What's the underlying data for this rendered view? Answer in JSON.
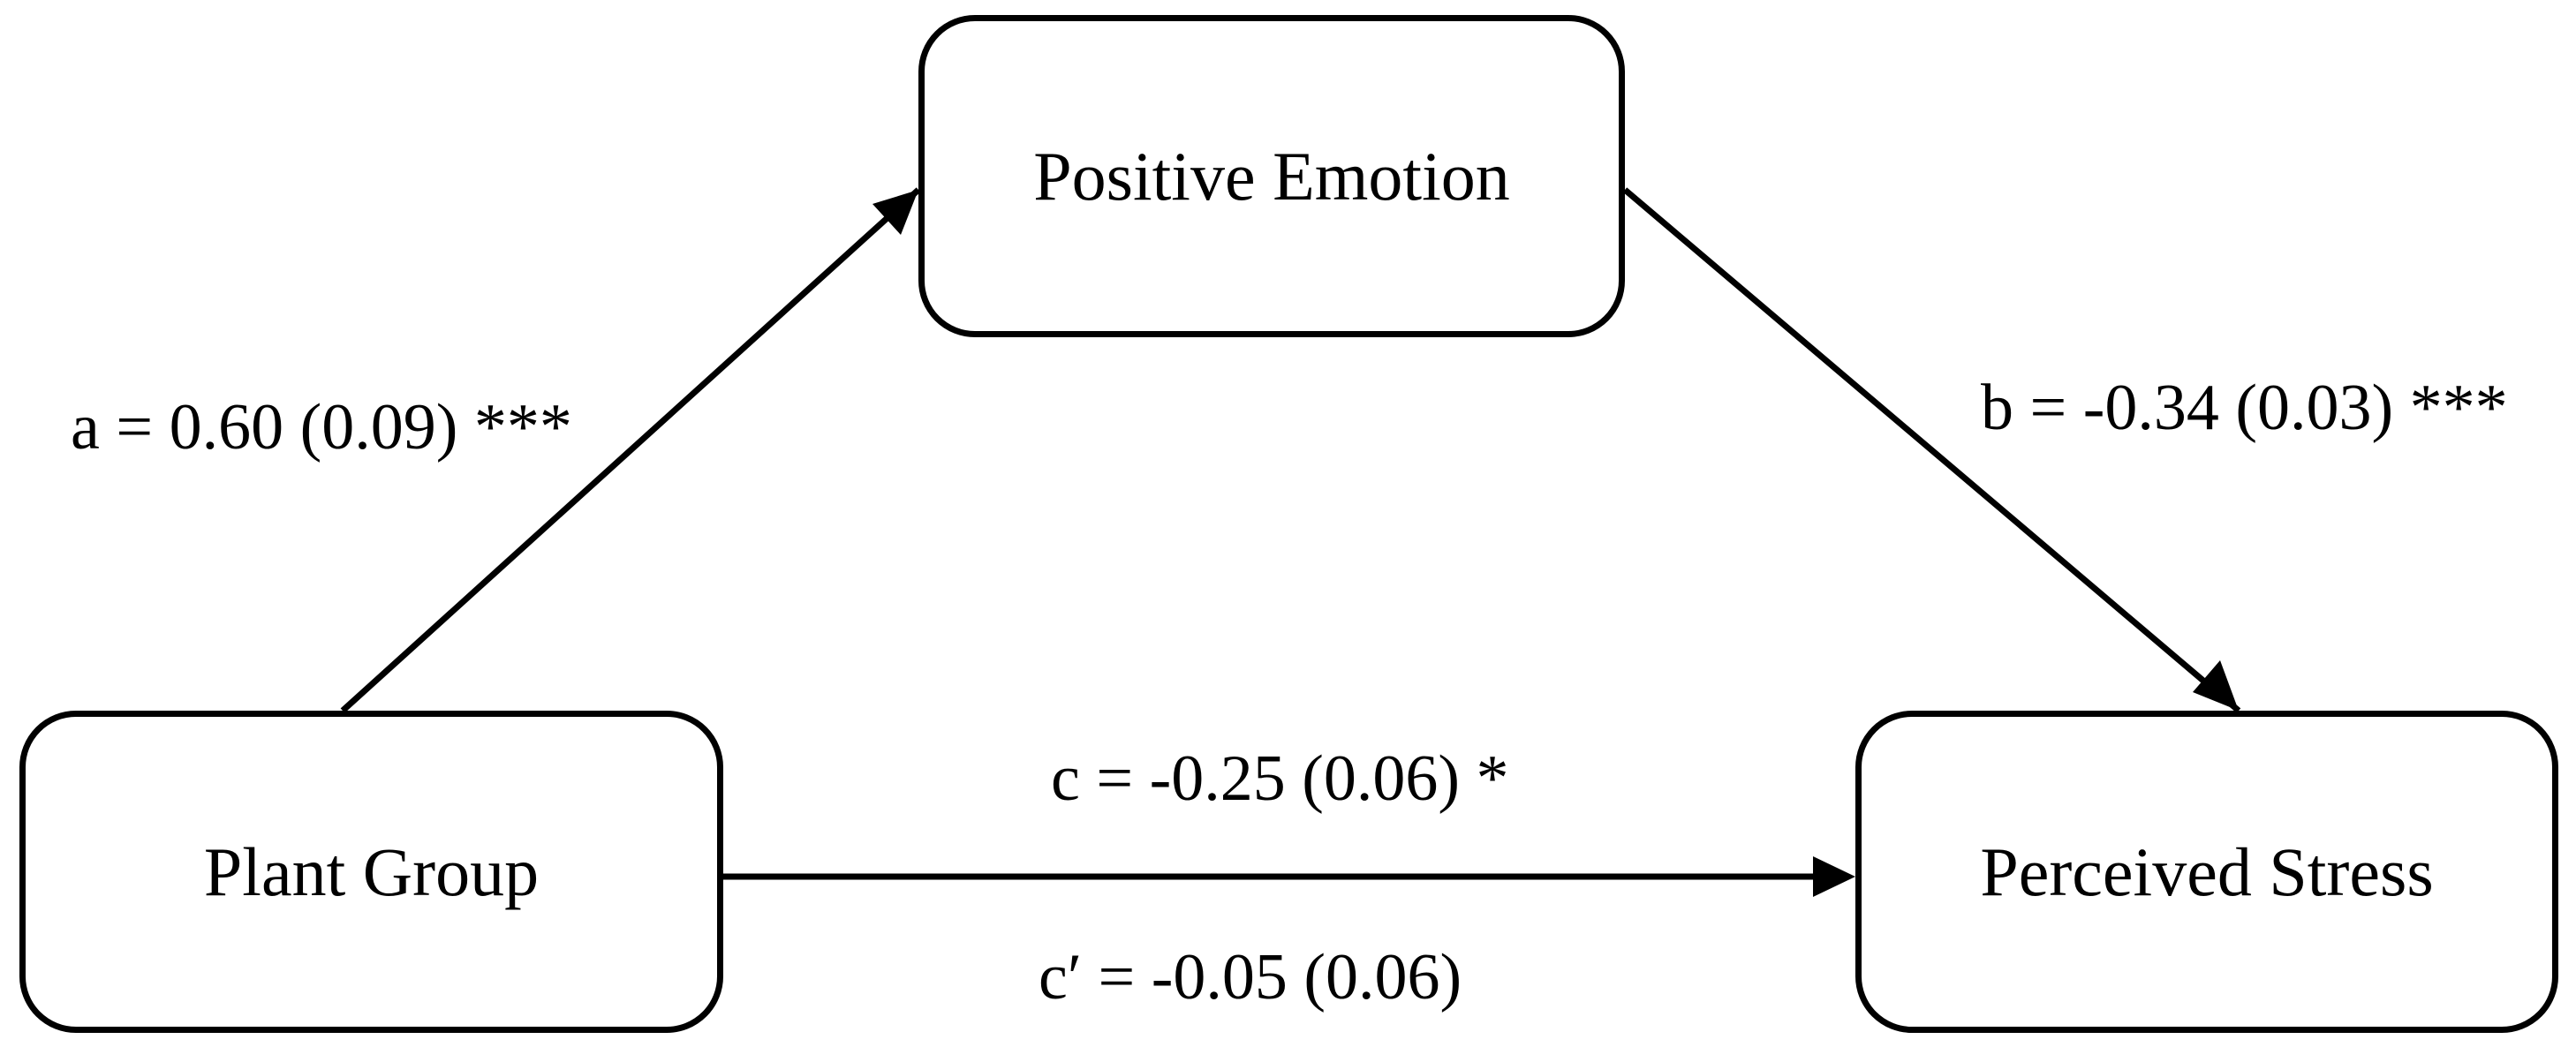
{
  "diagram": {
    "nodes": {
      "mediator": "Positive Emotion",
      "predictor": "Plant Group",
      "outcome": "Perceived Stress"
    },
    "paths": {
      "a": "a = 0.60 (0.09) ***",
      "b": "b = -0.34 (0.03) ***",
      "c": "c = -0.25 (0.06) *",
      "c_prime": "c′ = -0.05 (0.06)"
    },
    "colors": {
      "stroke": "#000000",
      "background": "#ffffff"
    }
  }
}
